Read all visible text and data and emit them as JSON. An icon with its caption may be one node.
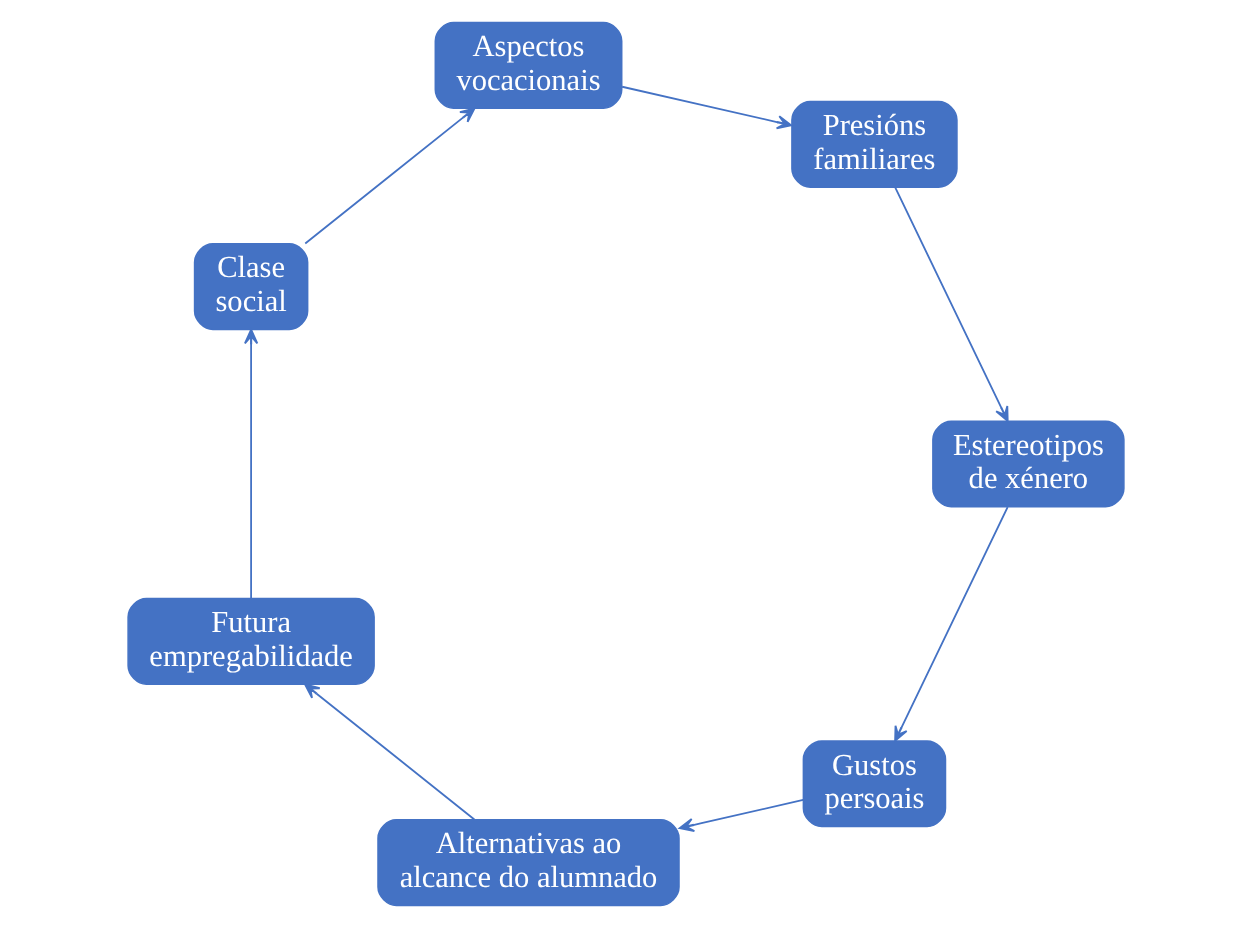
{
  "diagram": {
    "nodes": [
      {
        "text": [
          "Gustos persoais"
        ]
      },
      {
        "text": [
          "Alternativas ao alcance do alumnado"
        ]
      },
      {
        "text": [
          "Futura empregabilidade"
        ]
      },
      {
        "text": [
          "Clase social"
        ]
      },
      {
        "text": [
          "Aspectos vocacionais"
        ]
      },
      {
        "text": [
          "Presións familiares"
        ]
      },
      {
        "text": [
          "Estereotipos de xénero"
        ]
      }
    ],
    "edges": [
      {
        "from": 0,
        "to": 1,
        "arrow": "to"
      },
      {
        "from": 1,
        "to": 2,
        "arrow": "to"
      },
      {
        "from": 2,
        "to": 3,
        "arrow": "to"
      },
      {
        "from": 3,
        "to": 4,
        "arrow": "to"
      },
      {
        "from": 4,
        "to": 5,
        "arrow": "to"
      },
      {
        "from": 5,
        "to": 6,
        "arrow": "to"
      },
      {
        "from": 6,
        "to": 0,
        "arrow": "to"
      }
    ]
  }
}
